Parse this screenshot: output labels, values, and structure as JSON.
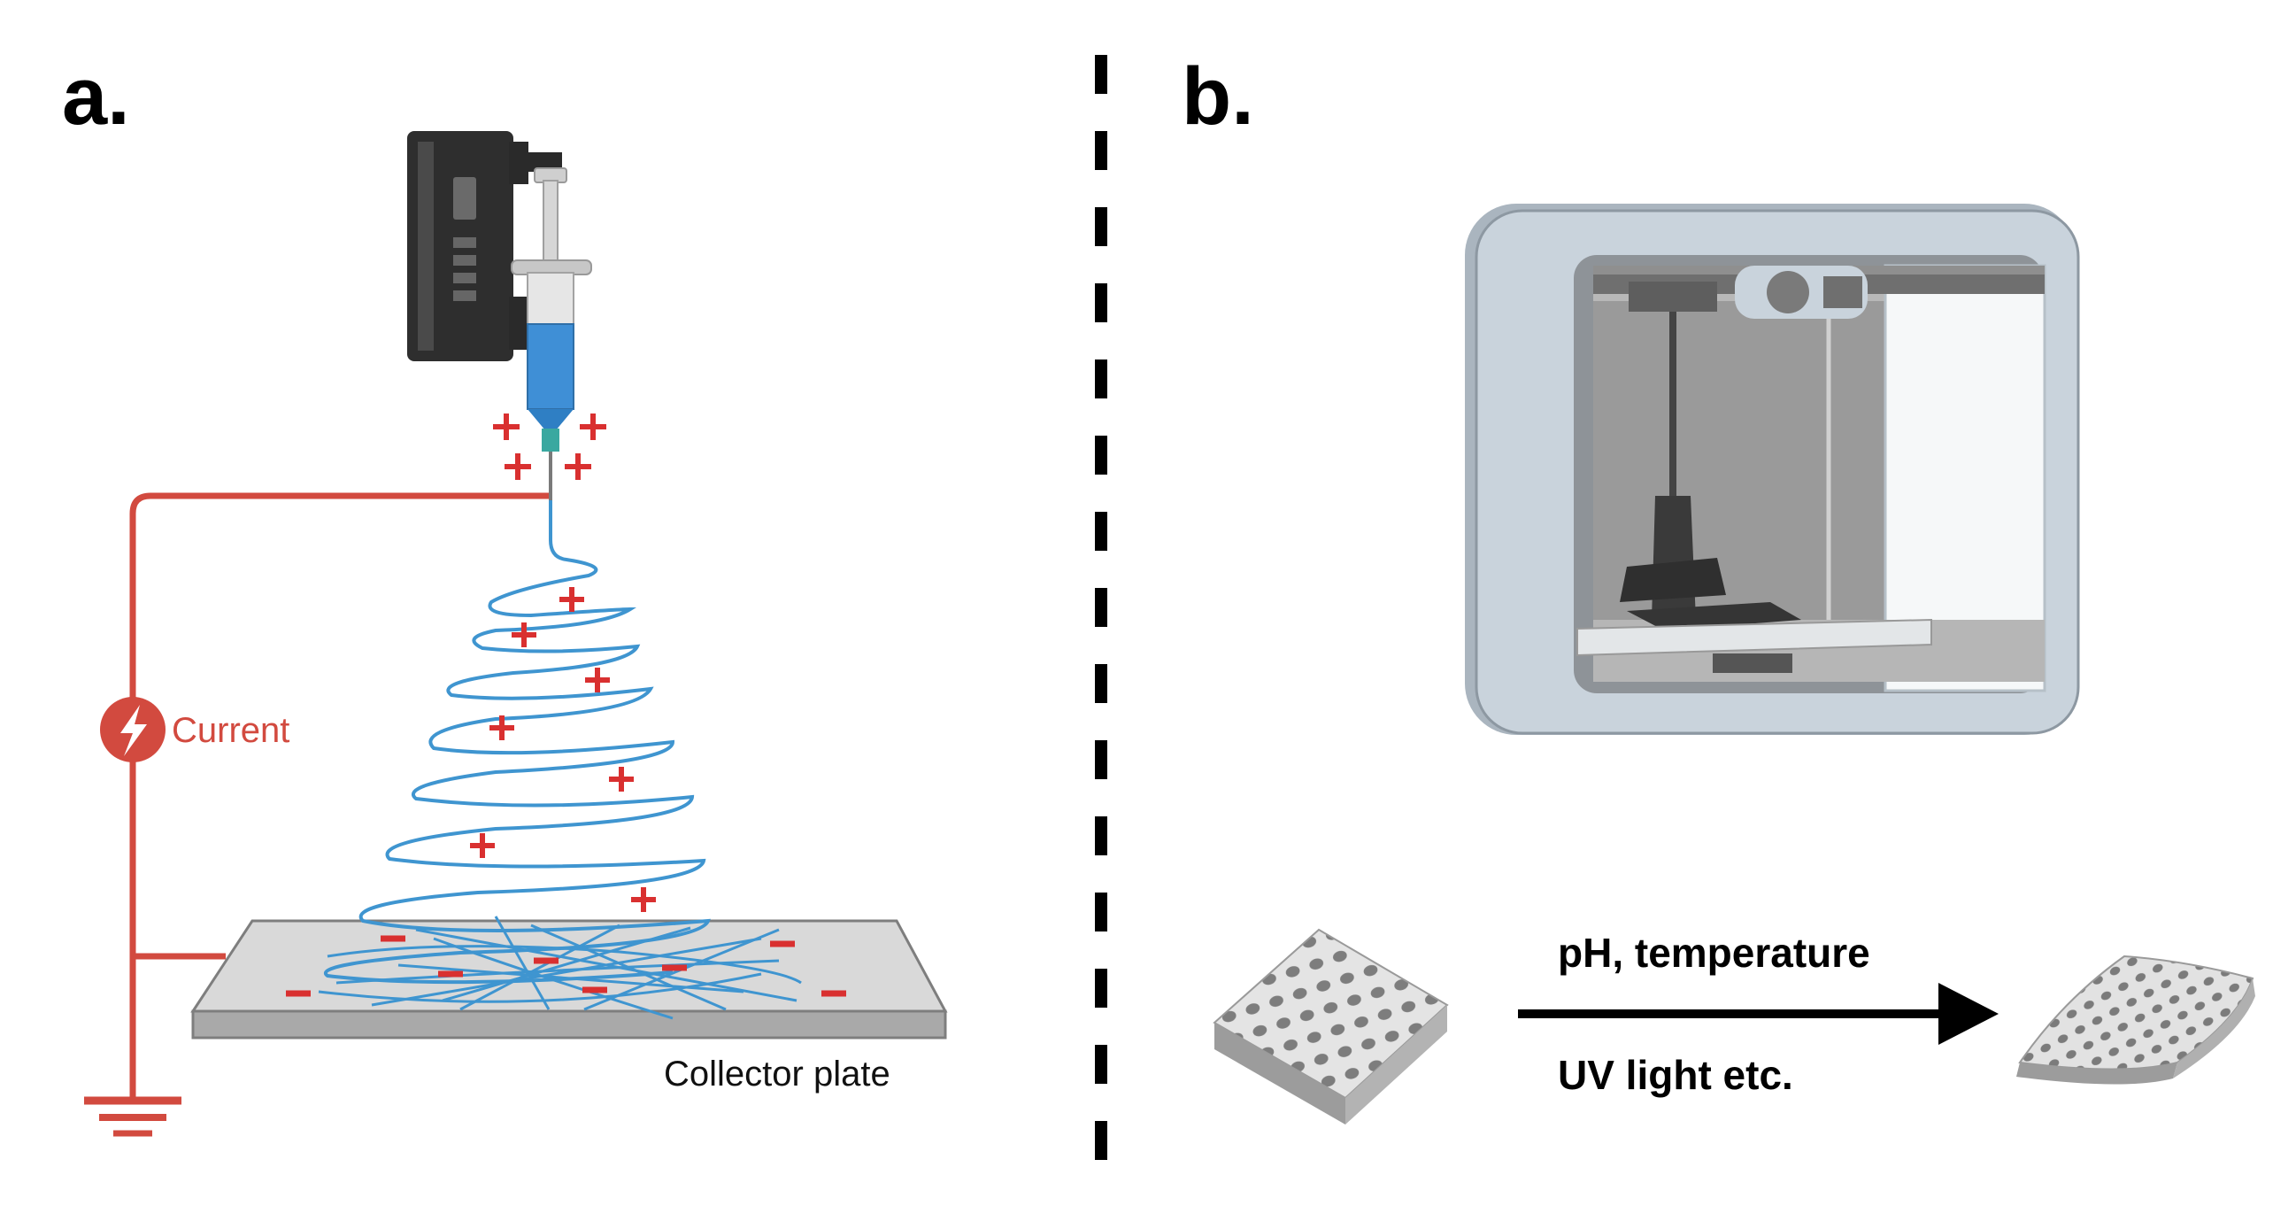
{
  "panels": {
    "a": {
      "label": "a."
    },
    "b": {
      "label": "b."
    }
  },
  "electrospinning": {
    "current_label": "Current",
    "collector_label": "Collector plate",
    "positive_charge_symbol": "+",
    "negative_charge_symbol": "−",
    "icons": [
      "syringe-pump-icon",
      "syringe-icon",
      "high-voltage-icon",
      "ground-icon"
    ]
  },
  "printing": {
    "stimuli_top": "pH, temperature",
    "stimuli_bottom": "UV light etc.",
    "icons": [
      "3d-printer-icon",
      "flat-scaffold-icon",
      "deformed-scaffold-icon",
      "arrow-right-icon"
    ]
  },
  "colors": {
    "wire": "#d24a3f",
    "charge": "#d93030",
    "fiber": "#3f95d0",
    "printer_frame": "#c9d3dc",
    "printer_inner": "#8e8e8e",
    "dark": "#1a1a1a"
  }
}
